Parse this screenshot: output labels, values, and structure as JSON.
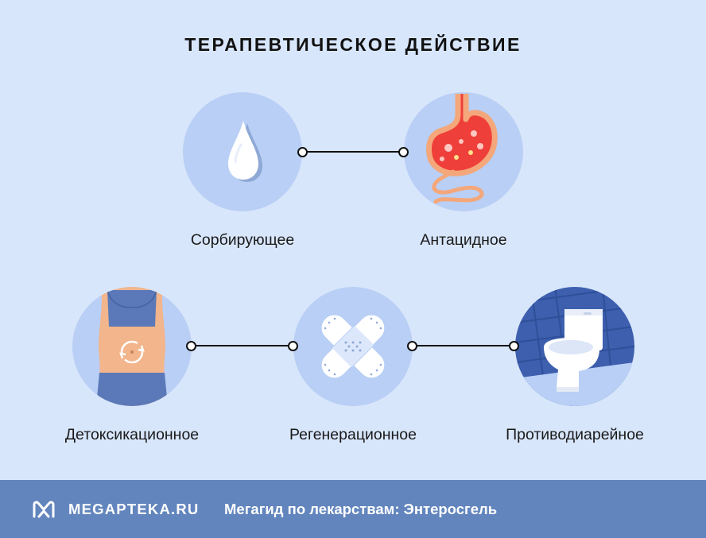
{
  "title": "ТЕРАПЕВТИЧЕСКОЕ ДЕЙСТВИЕ",
  "effects": [
    {
      "label": "Сорбирующее",
      "icon": "droplet-icon"
    },
    {
      "label": "Антацидное",
      "icon": "stomach-icon"
    },
    {
      "label": "Детоксикационное",
      "icon": "body-icon"
    },
    {
      "label": "Регенерационное",
      "icon": "bandage-icon"
    },
    {
      "label": "Противодиарейное",
      "icon": "toilet-icon"
    }
  ],
  "footer": {
    "brand": "MEGAPTEKA.RU",
    "text": "Мегагид по лекарствам: Энтеросгель"
  },
  "colors": {
    "background": "#d8e6fb",
    "circle": "#b9cff5",
    "footer": "#6285bd"
  }
}
